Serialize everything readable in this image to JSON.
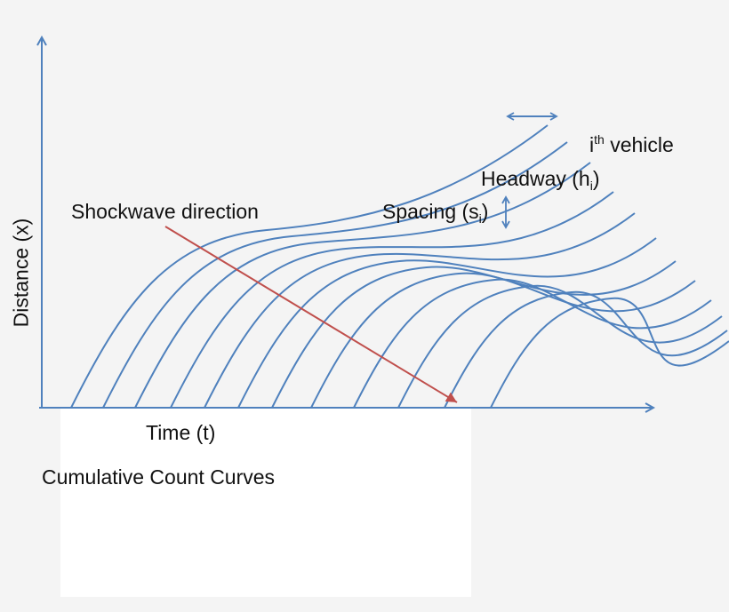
{
  "diagram": {
    "ylabel": "Distance (x)",
    "xlabel": "Time (t)",
    "caption": "Cumulative Count Curves",
    "shockwave_label": "Shockwave direction",
    "spacing_label": {
      "text": "Spacing (s",
      "sub": "i",
      "close": ")"
    },
    "headway_label": {
      "text": "Headway (h",
      "sub": "i",
      "close": ")"
    },
    "vehicle_label": {
      "prefix": "i",
      "sup": "th",
      "text": " vehicle"
    },
    "trajectory_count": 12,
    "colors": {
      "trajectory": "#4f81bd",
      "axis": "#4f81bd",
      "shockwave": "#c0504d"
    },
    "icons": {
      "spacing-arrow": "double-arrow-vertical",
      "headway-arrow": "double-arrow-horizontal"
    }
  }
}
